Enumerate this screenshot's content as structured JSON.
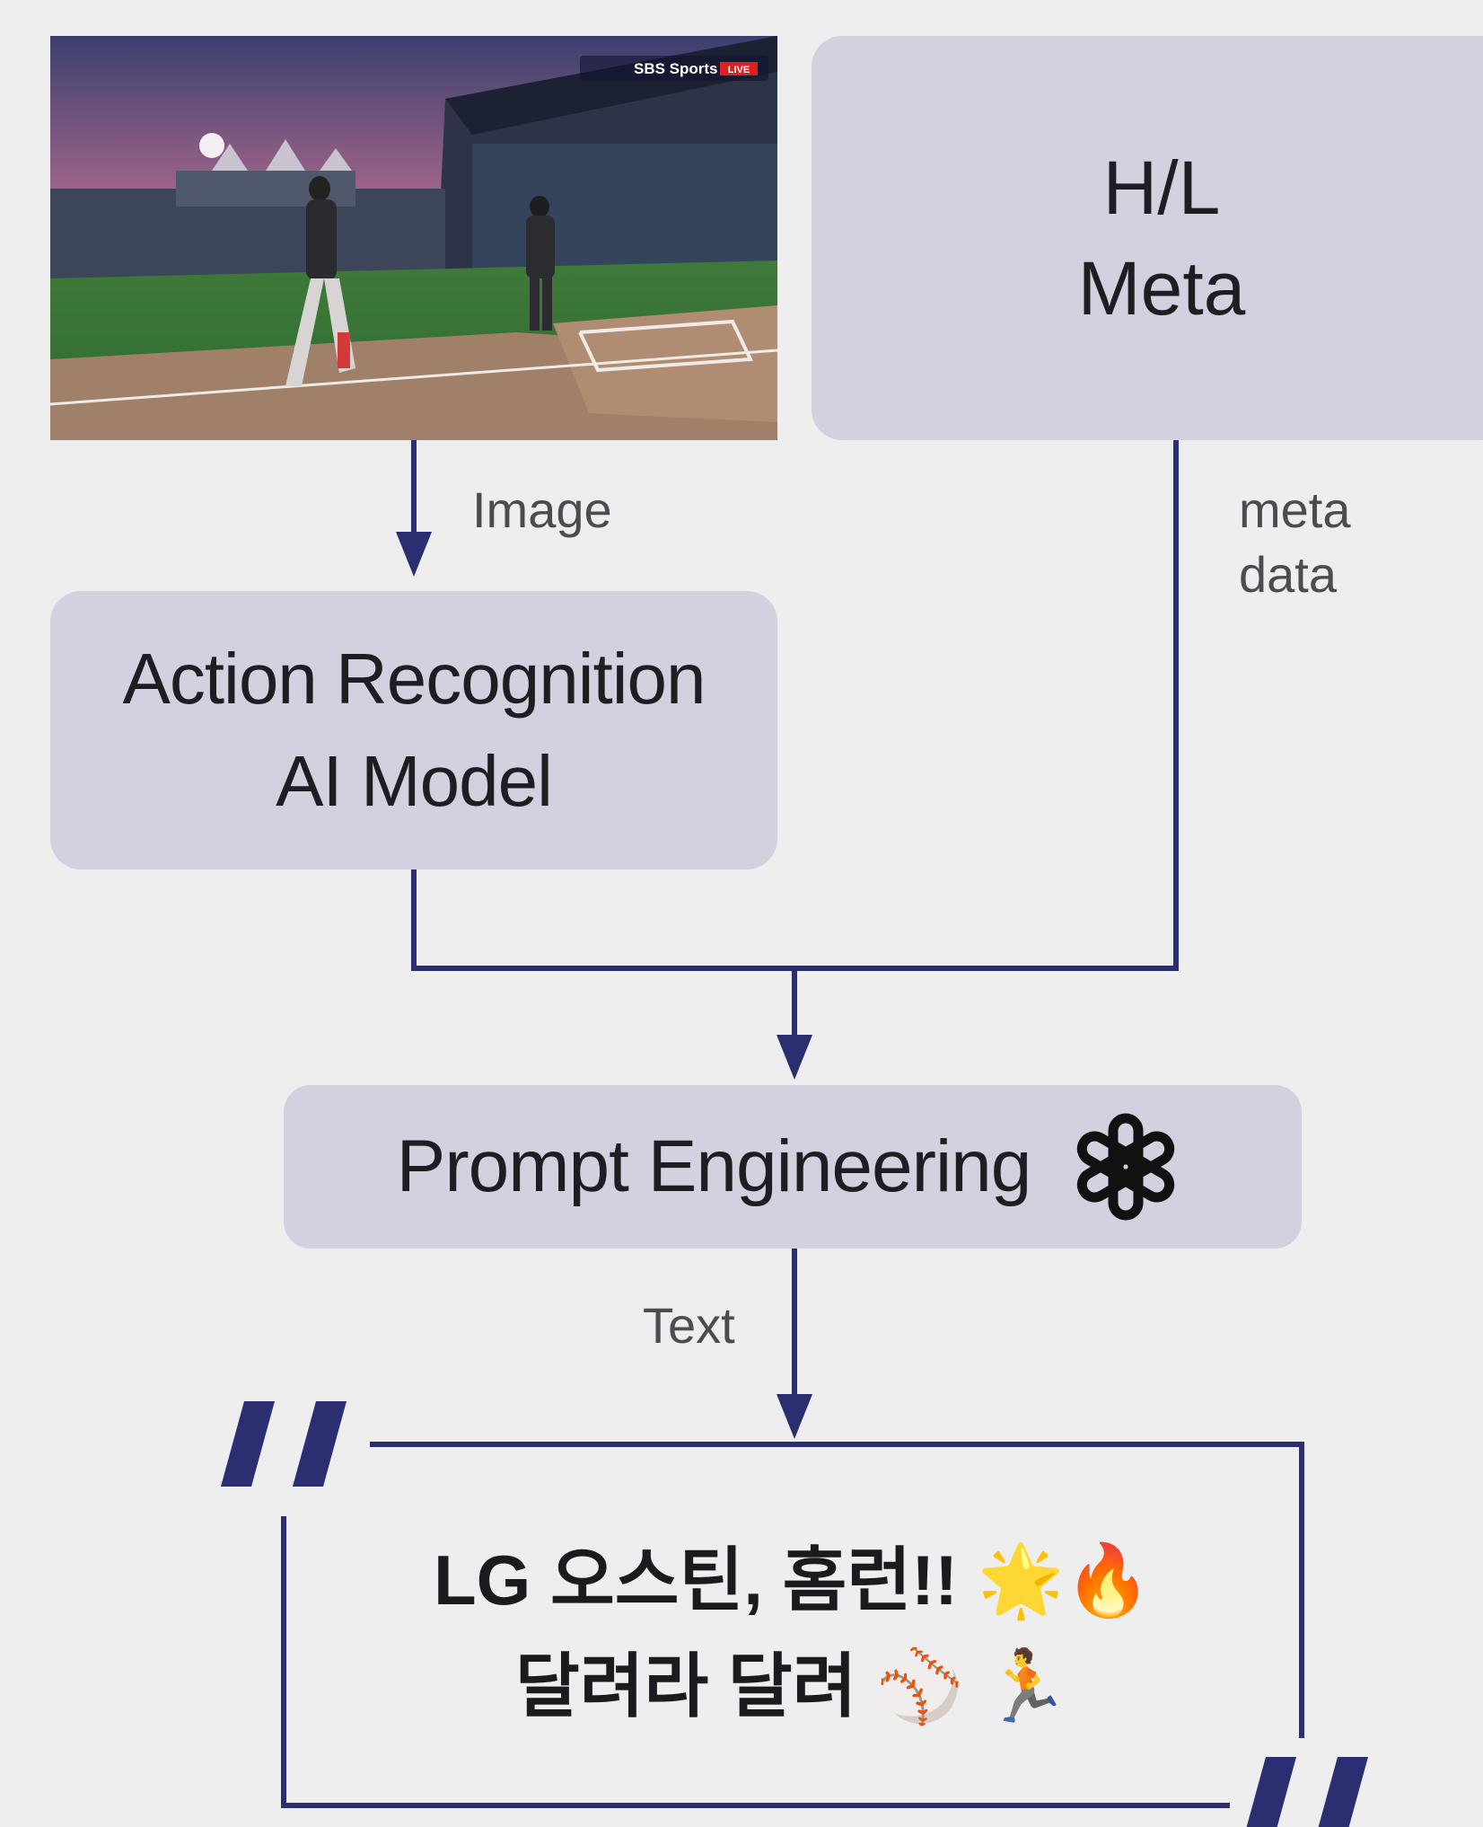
{
  "hl_box": {
    "line1": "H/L",
    "line2": "Meta"
  },
  "image_label": "Image",
  "meta_label": {
    "line1": "meta",
    "line2": "data"
  },
  "ar_box": {
    "line1": "Action Recognition",
    "line2": "AI Model"
  },
  "prompt_box": {
    "label": "Prompt Engineering",
    "logo": "openai-logo-icon"
  },
  "text_label": "Text",
  "output": {
    "line1": "LG 오스틴, 홈런!! 🌟🔥",
    "line2": "달려라 달려 ⚾ 🏃"
  },
  "broadcast_logo": "SBS Sports",
  "broadcast_live": "LIVE",
  "colors": {
    "background": "#eeeeee",
    "box": "#d3d1df",
    "arrow": "#2b2f72",
    "quote": "#2b2f72"
  }
}
